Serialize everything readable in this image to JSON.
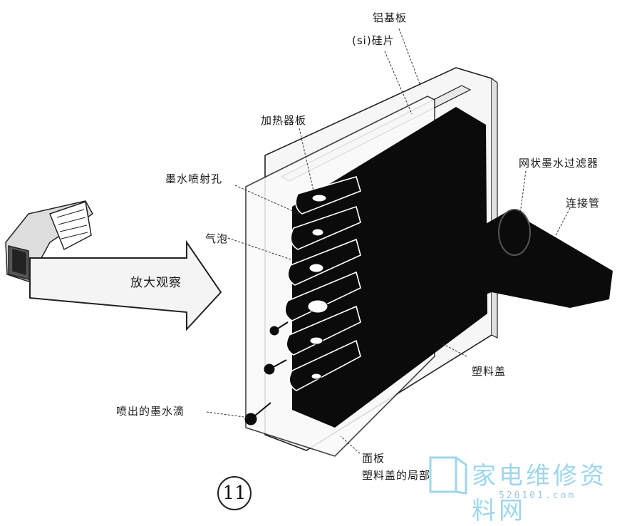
{
  "labels": {
    "aluminum_base": "铝基板",
    "silicon_chip": "(si)硅片",
    "heater_board": "加热器板",
    "nozzle": "墨水喷射孔",
    "bubble": "气泡",
    "zoom": "放大观察",
    "mesh_filter": "网状墨水过滤器",
    "connector": "连接管",
    "plastic_cover": "塑料盖",
    "ink_droplet": "喷出的墨水滴",
    "panel": "面板",
    "plastic_cover_part": "塑料盖的局部"
  },
  "figure_number": "11",
  "watermark": {
    "text": "家电维修资料网",
    "url": "520101.com"
  },
  "colors": {
    "ink": "#0b0b0b",
    "line": "#222222",
    "watermark": "#9fd6ec"
  }
}
